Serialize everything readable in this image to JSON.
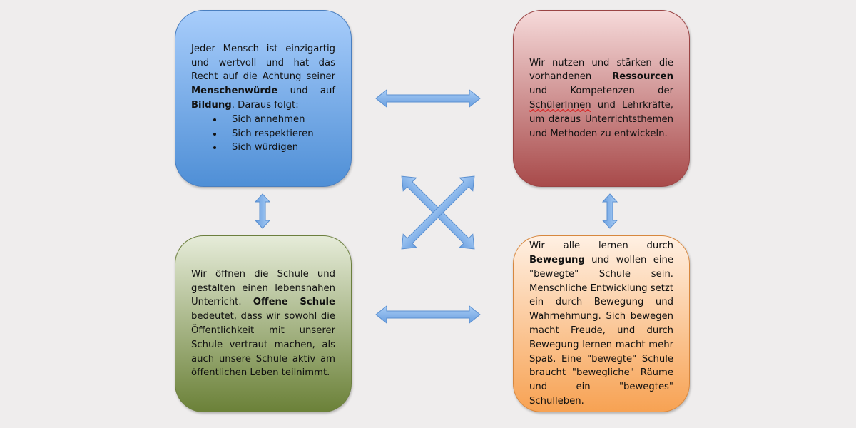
{
  "boxes": {
    "top_left": {
      "p1": "Jeder Mensch ist einzigartig und wertvoll und hat das Recht auf die Achtung seiner ",
      "b1": "Menschenwürde",
      "p2": " und auf ",
      "b2": "Bildung",
      "p3": ". Daraus folgt:",
      "bullets": [
        "Sich annehmen",
        "Sich respektieren",
        "Sich würdigen"
      ]
    },
    "top_right": {
      "p1": "Wir nutzen und stärken die vorhandenen ",
      "b1": "Ressourcen",
      "p2": " und Kompetenzen der ",
      "u1": "SchülerInnen",
      "p3": " und Lehrkräfte, um daraus Unterrichtsthemen und Methoden zu entwickeln."
    },
    "bottom_left": {
      "p1": "Wir öffnen die Schule und gestalten einen lebensnahen Unterricht. ",
      "b1": "Offene Schule",
      "p2": " bedeutet, dass wir sowohl die Öffentlichkeit mit unserer Schule vertraut machen, als auch unsere Schule aktiv am öffentlichen Leben teilnimmt."
    },
    "bottom_right": {
      "p1": "Wir alle lernen durch ",
      "b1": "Bewegung",
      "p2": " und wollen eine \"bewegte\" Schule sein. Menschliche Entwicklung setzt ein durch Bewegung und Wahrnehmung. Sich bewegen macht Freude, und durch Bewegung lernen macht mehr Spaß. Eine \"bewegte\" Schule braucht \"bewegliche\" Räume und ein \"bewegtes\" Schulleben."
    }
  },
  "colors": {
    "arrow": "#7eaee6",
    "arrow_stroke": "#5a8fd0",
    "background": "#efeded"
  }
}
